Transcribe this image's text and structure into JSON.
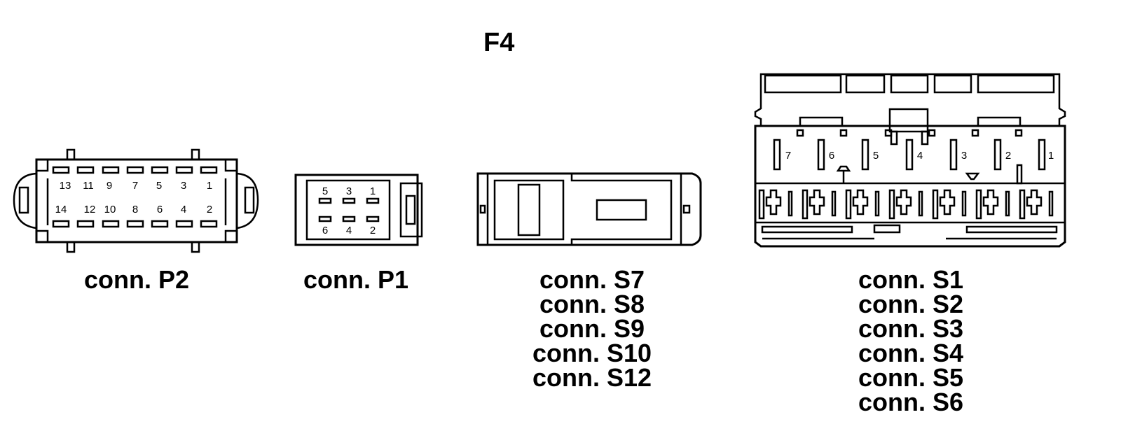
{
  "diagram_title": "F4",
  "connectors": {
    "p2": {
      "caption": "conn. P2",
      "pins_top": [
        "13",
        "11",
        "9",
        "7",
        "5",
        "3",
        "1"
      ],
      "pins_bottom": [
        "14",
        "12",
        "10",
        "8",
        "6",
        "4",
        "2"
      ]
    },
    "p1": {
      "caption": "conn. P1",
      "pins_top": [
        "5",
        "3",
        "1"
      ],
      "pins_bottom": [
        "6",
        "4",
        "2"
      ]
    },
    "s7": {
      "captions": [
        "conn. S7",
        "conn. S8",
        "conn. S9",
        "conn. S10",
        "conn. S12"
      ]
    },
    "s1": {
      "captions": [
        "conn. S1",
        "conn. S2",
        "conn. S3",
        "conn. S4",
        "conn. S5",
        "conn. S6"
      ],
      "pins": [
        "7",
        "6",
        "5",
        "4",
        "3",
        "2",
        "1"
      ]
    }
  }
}
